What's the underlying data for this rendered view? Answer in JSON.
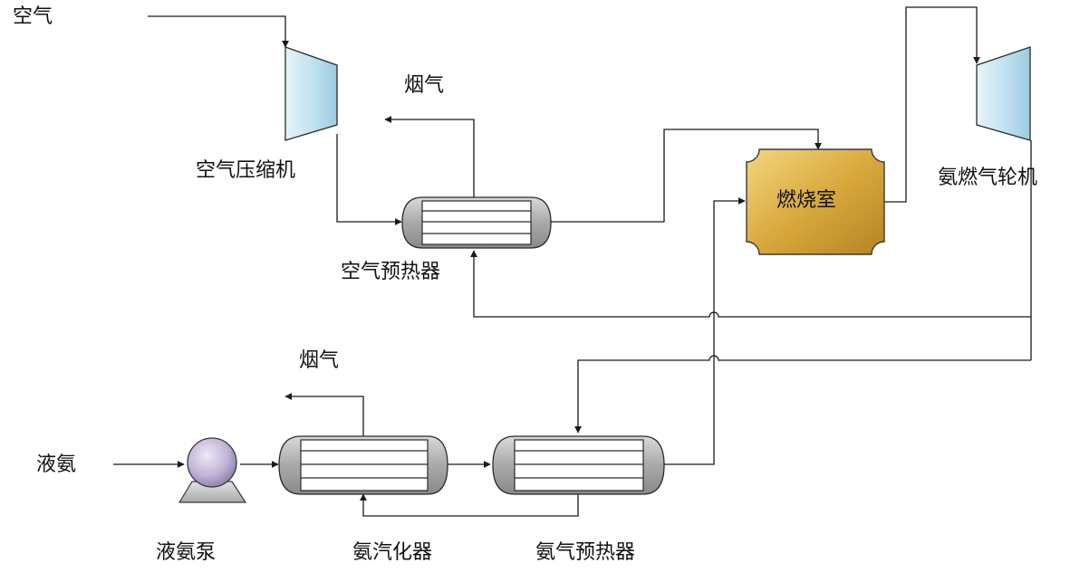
{
  "labels": {
    "air_in": "空气",
    "air_compressor": "空气压缩机",
    "flue_gas_top": "烟气",
    "air_preheater": "空气预热器",
    "combustor": "燃烧室",
    "ammonia_turbine": "氨燃气轮机",
    "flue_gas_bottom": "烟气",
    "liquid_ammonia_in": "液氨",
    "liquid_ammonia_pump": "液氨泵",
    "ammonia_vaporizer": "氨汽化器",
    "ammonia_preheater": "氨气预热器"
  },
  "colors": {
    "line": "#1a1a1a",
    "compressor_fill": "#c5e5f1",
    "exchanger_fill": "#b8b8b8",
    "combustor_fill": "#d8a93a",
    "pump_fill": "#c4b7d6",
    "pump_base": "#c8c8c8"
  }
}
